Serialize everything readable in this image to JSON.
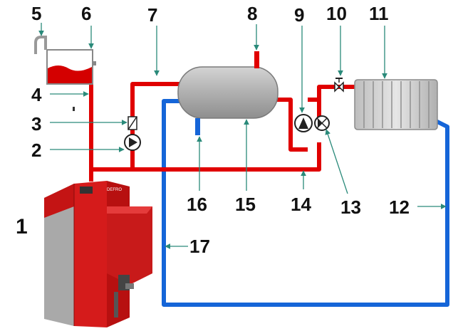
{
  "labels": {
    "l1": "1",
    "l2": "2",
    "l3": "3",
    "l4": "4",
    "l5": "5",
    "l6": "6",
    "l7": "7",
    "l8": "8",
    "l9": "9",
    "l10": "10",
    "l11": "11",
    "l12": "12",
    "l13": "13",
    "l14": "14",
    "l15": "15",
    "l16": "16",
    "l17": "17"
  },
  "boiler": {
    "display_text": "DEFRO"
  },
  "colors": {
    "hot_pipe": "#e00000",
    "cold_pipe": "#1565d8",
    "tank_fill": "#d40000",
    "accumulator": "#b5b5b5",
    "radiator": "#cfcfcf",
    "boiler_body": "#d51b1b",
    "boiler_side": "#9e9e9e",
    "leader": "#2a8a7a"
  },
  "icons": {
    "pump": "pump-icon",
    "check_valve": "check-valve-icon",
    "mixing_valve": "mixing-valve-icon",
    "radiator_valve": "radiator-valve-icon"
  }
}
